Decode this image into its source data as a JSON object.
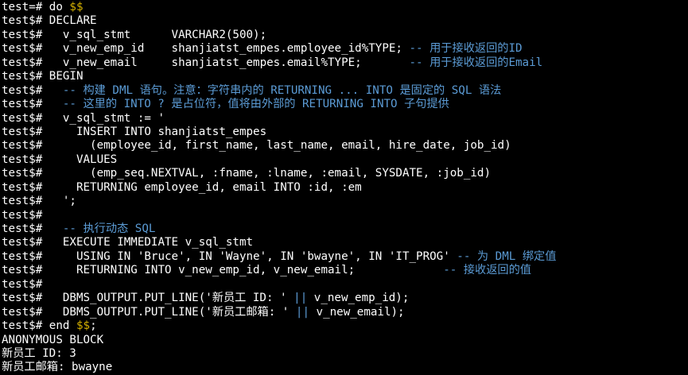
{
  "terminal": {
    "lines": [
      {
        "prompt": "test=#",
        "code": " do ",
        "dollar": "$$",
        "comment": ""
      },
      {
        "prompt": "test$#",
        "code": " DECLARE",
        "dollar": "",
        "comment": ""
      },
      {
        "prompt": "test$#",
        "code": "   v_sql_stmt      VARCHAR2(500);",
        "dollar": "",
        "comment": ""
      },
      {
        "prompt": "test$#",
        "code": "   v_new_emp_id    shanjiatst_empes.employee_id%TYPE; ",
        "dollar": "",
        "comment": "-- 用于接收返回的ID"
      },
      {
        "prompt": "test$#",
        "code": "   v_new_email     shanjiatst_empes.email%TYPE;       ",
        "dollar": "",
        "comment": "-- 用于接收返回的Email"
      },
      {
        "prompt": "test$#",
        "code": " BEGIN",
        "dollar": "",
        "comment": ""
      },
      {
        "prompt": "test$#",
        "code": "   ",
        "dollar": "",
        "comment": "-- 构建 DML 语句。注意：字符串内的 RETURNING ... INTO 是固定的 SQL 语法"
      },
      {
        "prompt": "test$#",
        "code": "   ",
        "dollar": "",
        "comment": "-- 这里的 INTO ? 是占位符，值将由外部的 RETURNING INTO 子句提供"
      },
      {
        "prompt": "test$#",
        "code": "   v_sql_stmt := '",
        "dollar": "",
        "comment": ""
      },
      {
        "prompt": "test$#",
        "code": "     INSERT INTO shanjiatst_empes",
        "dollar": "",
        "comment": ""
      },
      {
        "prompt": "test$#",
        "code": "       (employee_id, first_name, last_name, email, hire_date, job_id)",
        "dollar": "",
        "comment": ""
      },
      {
        "prompt": "test$#",
        "code": "     VALUES",
        "dollar": "",
        "comment": ""
      },
      {
        "prompt": "test$#",
        "code": "       (emp_seq.NEXTVAL, :fname, :lname, :email, SYSDATE, :job_id)",
        "dollar": "",
        "comment": ""
      },
      {
        "prompt": "test$#",
        "code": "     RETURNING employee_id, email INTO :id, :em",
        "dollar": "",
        "comment": ""
      },
      {
        "prompt": "test$#",
        "code": "   ';",
        "dollar": "",
        "comment": ""
      },
      {
        "prompt": "test$#",
        "code": "",
        "dollar": "",
        "comment": ""
      },
      {
        "prompt": "test$#",
        "code": "   ",
        "dollar": "",
        "comment": "-- 执行动态 SQL"
      },
      {
        "prompt": "test$#",
        "code": "   EXECUTE IMMEDIATE v_sql_stmt",
        "dollar": "",
        "comment": ""
      },
      {
        "prompt": "test$#",
        "code": "     USING IN 'Bruce', IN 'Wayne', IN 'bwayne', IN 'IT_PROG' ",
        "dollar": "",
        "comment": "-- 为 DML 绑定值"
      },
      {
        "prompt": "test$#",
        "code": "     RETURNING INTO v_new_emp_id, v_new_email;             ",
        "dollar": "",
        "comment": "-- 接收返回的值"
      },
      {
        "prompt": "test$#",
        "code": "",
        "dollar": "",
        "comment": ""
      },
      {
        "prompt": "test$#",
        "code": "   DBMS_OUTPUT.PUT_LINE('新员工 ID: ' ",
        "dollar": "",
        "comment": "||",
        "code2": " v_new_emp_id);"
      },
      {
        "prompt": "test$#",
        "code": "   DBMS_OUTPUT.PUT_LINE('新员工邮箱: ' ",
        "dollar": "",
        "comment": "||",
        "code2": " v_new_email);"
      },
      {
        "prompt": "test$#",
        "code": " end ",
        "dollar": "$$",
        "comment": "",
        "code2": ";"
      }
    ],
    "output": [
      "ANONYMOUS BLOCK",
      "新员工 ID: 3",
      "新员工邮箱: bwayne"
    ]
  }
}
